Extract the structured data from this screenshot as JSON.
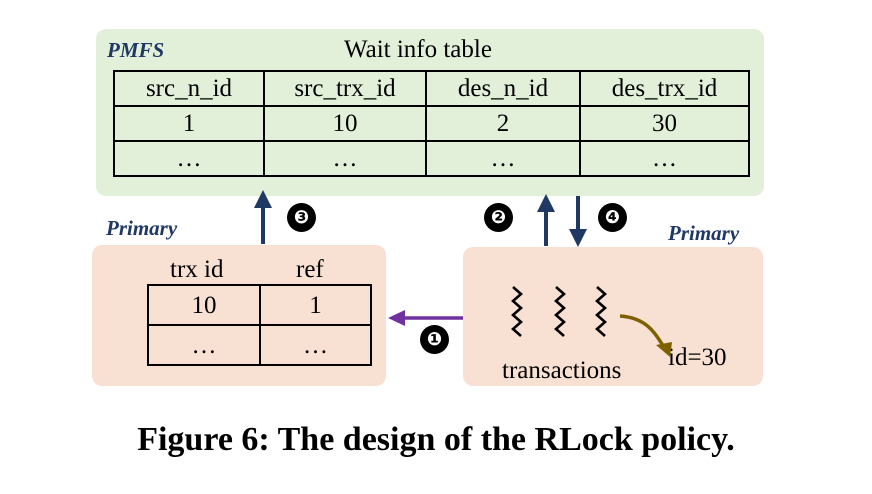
{
  "pmfs": {
    "label": "PMFS",
    "title": "Wait info table",
    "headers": [
      "src_n_id",
      "src_trx_id",
      "des_n_id",
      "des_trx_id"
    ],
    "rows": [
      [
        "1",
        "10",
        "2",
        "30"
      ],
      [
        "…",
        "…",
        "…",
        "…"
      ]
    ]
  },
  "left_primary": {
    "label": "Primary",
    "headers": [
      "trx id",
      "ref"
    ],
    "rows": [
      [
        "10",
        "1"
      ],
      [
        "…",
        "…"
      ]
    ]
  },
  "right_primary": {
    "label": "Primary",
    "transactions_label": "transactions",
    "target_label": "id=30"
  },
  "steps": [
    "❶",
    "❷",
    "❸",
    "❹"
  ],
  "caption": "Figure 6: The design of the RLock policy.",
  "colors": {
    "pmfs_bg": "#e2efd9",
    "primary_bg": "#f8e1d3",
    "label_blue": "#1f3864",
    "arrow_blue": "#1f3864",
    "arrow_purple": "#7030a0",
    "arrow_brown": "#7f6000"
  }
}
